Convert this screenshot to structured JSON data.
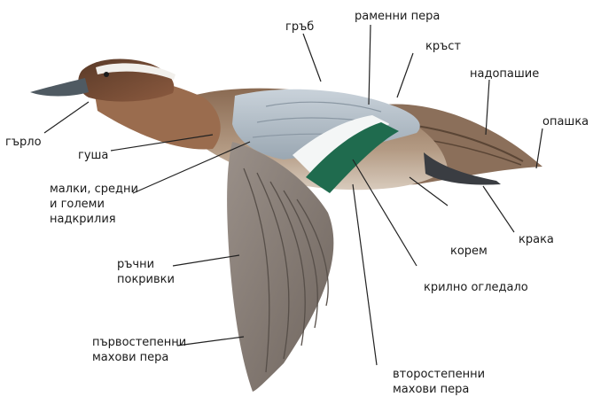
{
  "labels": {
    "grab": "гръб",
    "ramenni": "раменни пера",
    "krast": "кръст",
    "nadopashie": "надопашие",
    "opashka": "опашка",
    "garlo": "гърло",
    "gusha": "гуша",
    "nadkrilia": "малки, средни\nи големи\nнадкрилия",
    "rachni": "ръчни\nпокривки",
    "parvostepenni": "първостепенни\nмахови пера",
    "vtorostepenni": "второстепенни\nмахови пера",
    "korem": "корем",
    "kraka": "крака",
    "krilno": "крилно огледало"
  }
}
